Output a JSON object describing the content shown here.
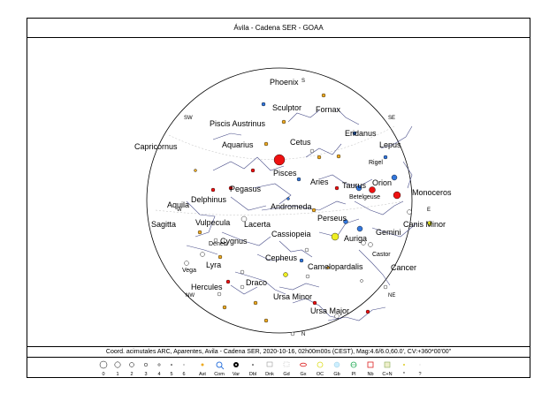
{
  "title": "Ávila - Cadena SER - GOAA",
  "footer": "Coord. acimutales ARC, Aparentes, Avila - Cadena SER, 2020-10-16, 02h00m00s (CEST), Mag:4.6/6.0,60.0', CV:+360*00'00\"",
  "directions": {
    "n": "N",
    "ne": "NE",
    "e": "E",
    "se": "SE",
    "s": "S",
    "sw": "SW",
    "w": "W",
    "nw": "NW"
  },
  "constellations": {
    "phoenix": "Phoenix",
    "sculptor": "Sculptor",
    "fornax": "Fornax",
    "eridanus": "Eridanus",
    "lepus": "Lepus",
    "piscis_austrinus": "Piscis Austrinus",
    "capricornus": "Capricornus",
    "aquarius": "Aquarius",
    "cetus": "Cetus",
    "pisces": "Pisces",
    "aries": "Aries",
    "taurus": "Taurus",
    "orion": "Orion",
    "monoceros": "Monoceros",
    "pegasus": "Pegasus",
    "delphinus": "Delphinus",
    "aquila": "Aquila",
    "andromeda": "Andromeda",
    "sagitta": "Sagitta",
    "vulpecula": "Vulpecula",
    "lacerta": "Lacerta",
    "perseus": "Perseus",
    "canis_minor": "Canis Minor",
    "gemini": "Gemini",
    "cassiopeia": "Cassiopeia",
    "auriga": "Auriga",
    "cygnus": "Cygnus",
    "cepheus": "Cepheus",
    "lyra": "Lyra",
    "camelopardalis": "Camelopardalis",
    "cancer": "Cancer",
    "hercules": "Hercules",
    "draco": "Draco",
    "ursa_minor": "Ursa Minor",
    "ursa_major": "Ursa Major"
  },
  "stars": {
    "rigel": "Rigel",
    "betelgeuse": "Betelgeuse",
    "deneb": "Deneb",
    "vega": "Vega",
    "castor": "Castor"
  },
  "legend": {
    "magnitudes": [
      "0",
      "1",
      "2",
      "3",
      "4",
      "5",
      "6"
    ],
    "object_types": [
      "Ast",
      "Com",
      "Var",
      "Dbl",
      "Dnk",
      "Gd",
      "Gx",
      "OC",
      "Gb",
      "Pl",
      "Nb",
      "C+N",
      "*",
      "?"
    ]
  }
}
